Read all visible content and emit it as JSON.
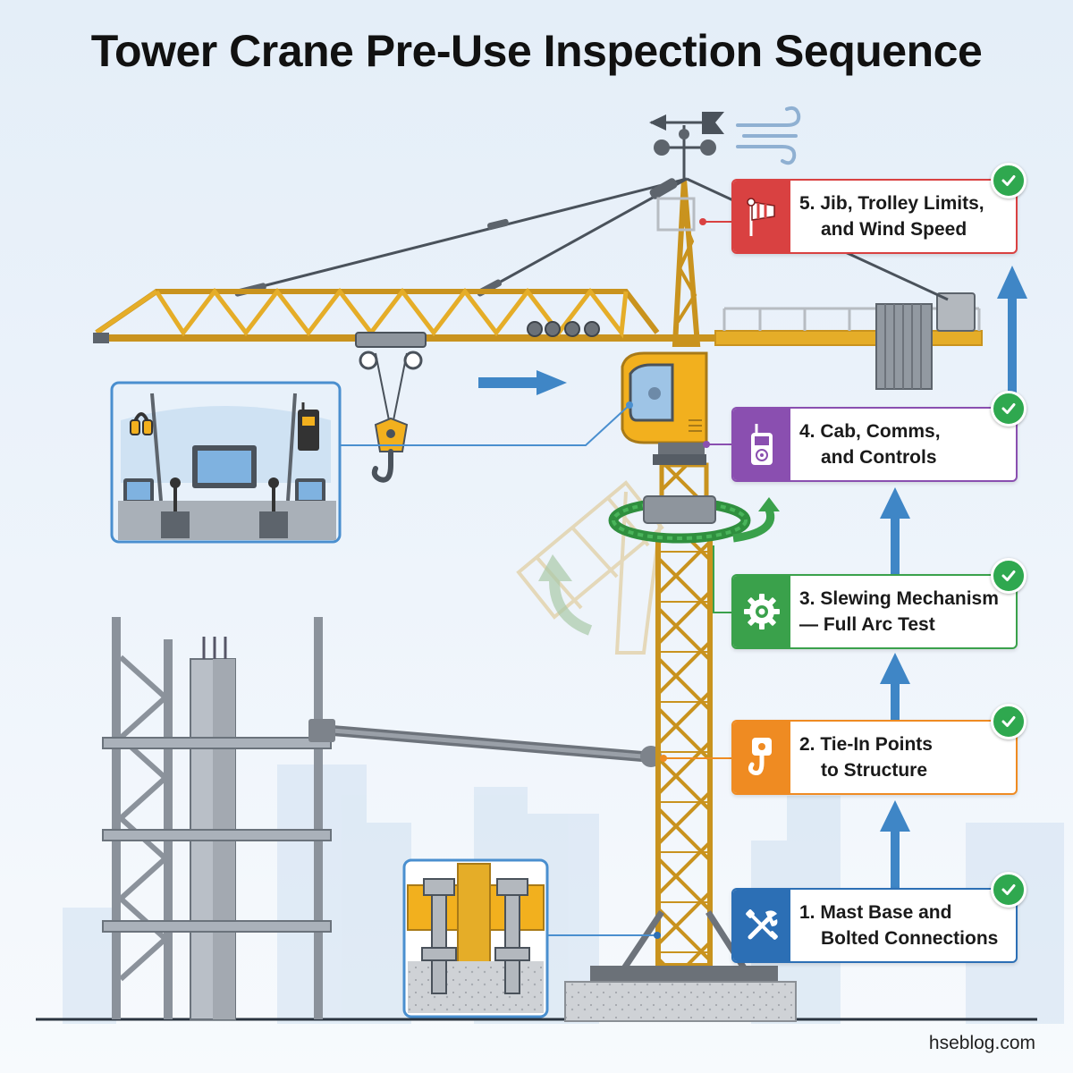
{
  "title": "Tower Crane Pre-Use Inspection Sequence",
  "steps": [
    {
      "number": "1.",
      "line1": "Mast Base and",
      "line2": "Bolted Connections",
      "icon": "wrench-screwdriver-icon",
      "color": "#2c6fb5",
      "status": "checked"
    },
    {
      "number": "2.",
      "line1": "Tie-In Points",
      "line2": "to Structure",
      "icon": "crane-hook-icon",
      "color": "#ef8b22",
      "status": "checked"
    },
    {
      "number": "3.",
      "line1": "Slewing Mechanism",
      "line2": "— Full Arc Test",
      "icon": "gear-icon",
      "color": "#3aa14b",
      "status": "checked"
    },
    {
      "number": "4.",
      "line1": "Cab, Comms,",
      "line2": "and Controls",
      "icon": "radio-icon",
      "color": "#8a4fb0",
      "status": "checked"
    },
    {
      "number": "5.",
      "line1": "Jib, Trolley Limits,",
      "line2": "and Wind Speed",
      "icon": "windsock-icon",
      "color": "#d94141",
      "status": "checked"
    }
  ],
  "footer": "hseblog.com"
}
